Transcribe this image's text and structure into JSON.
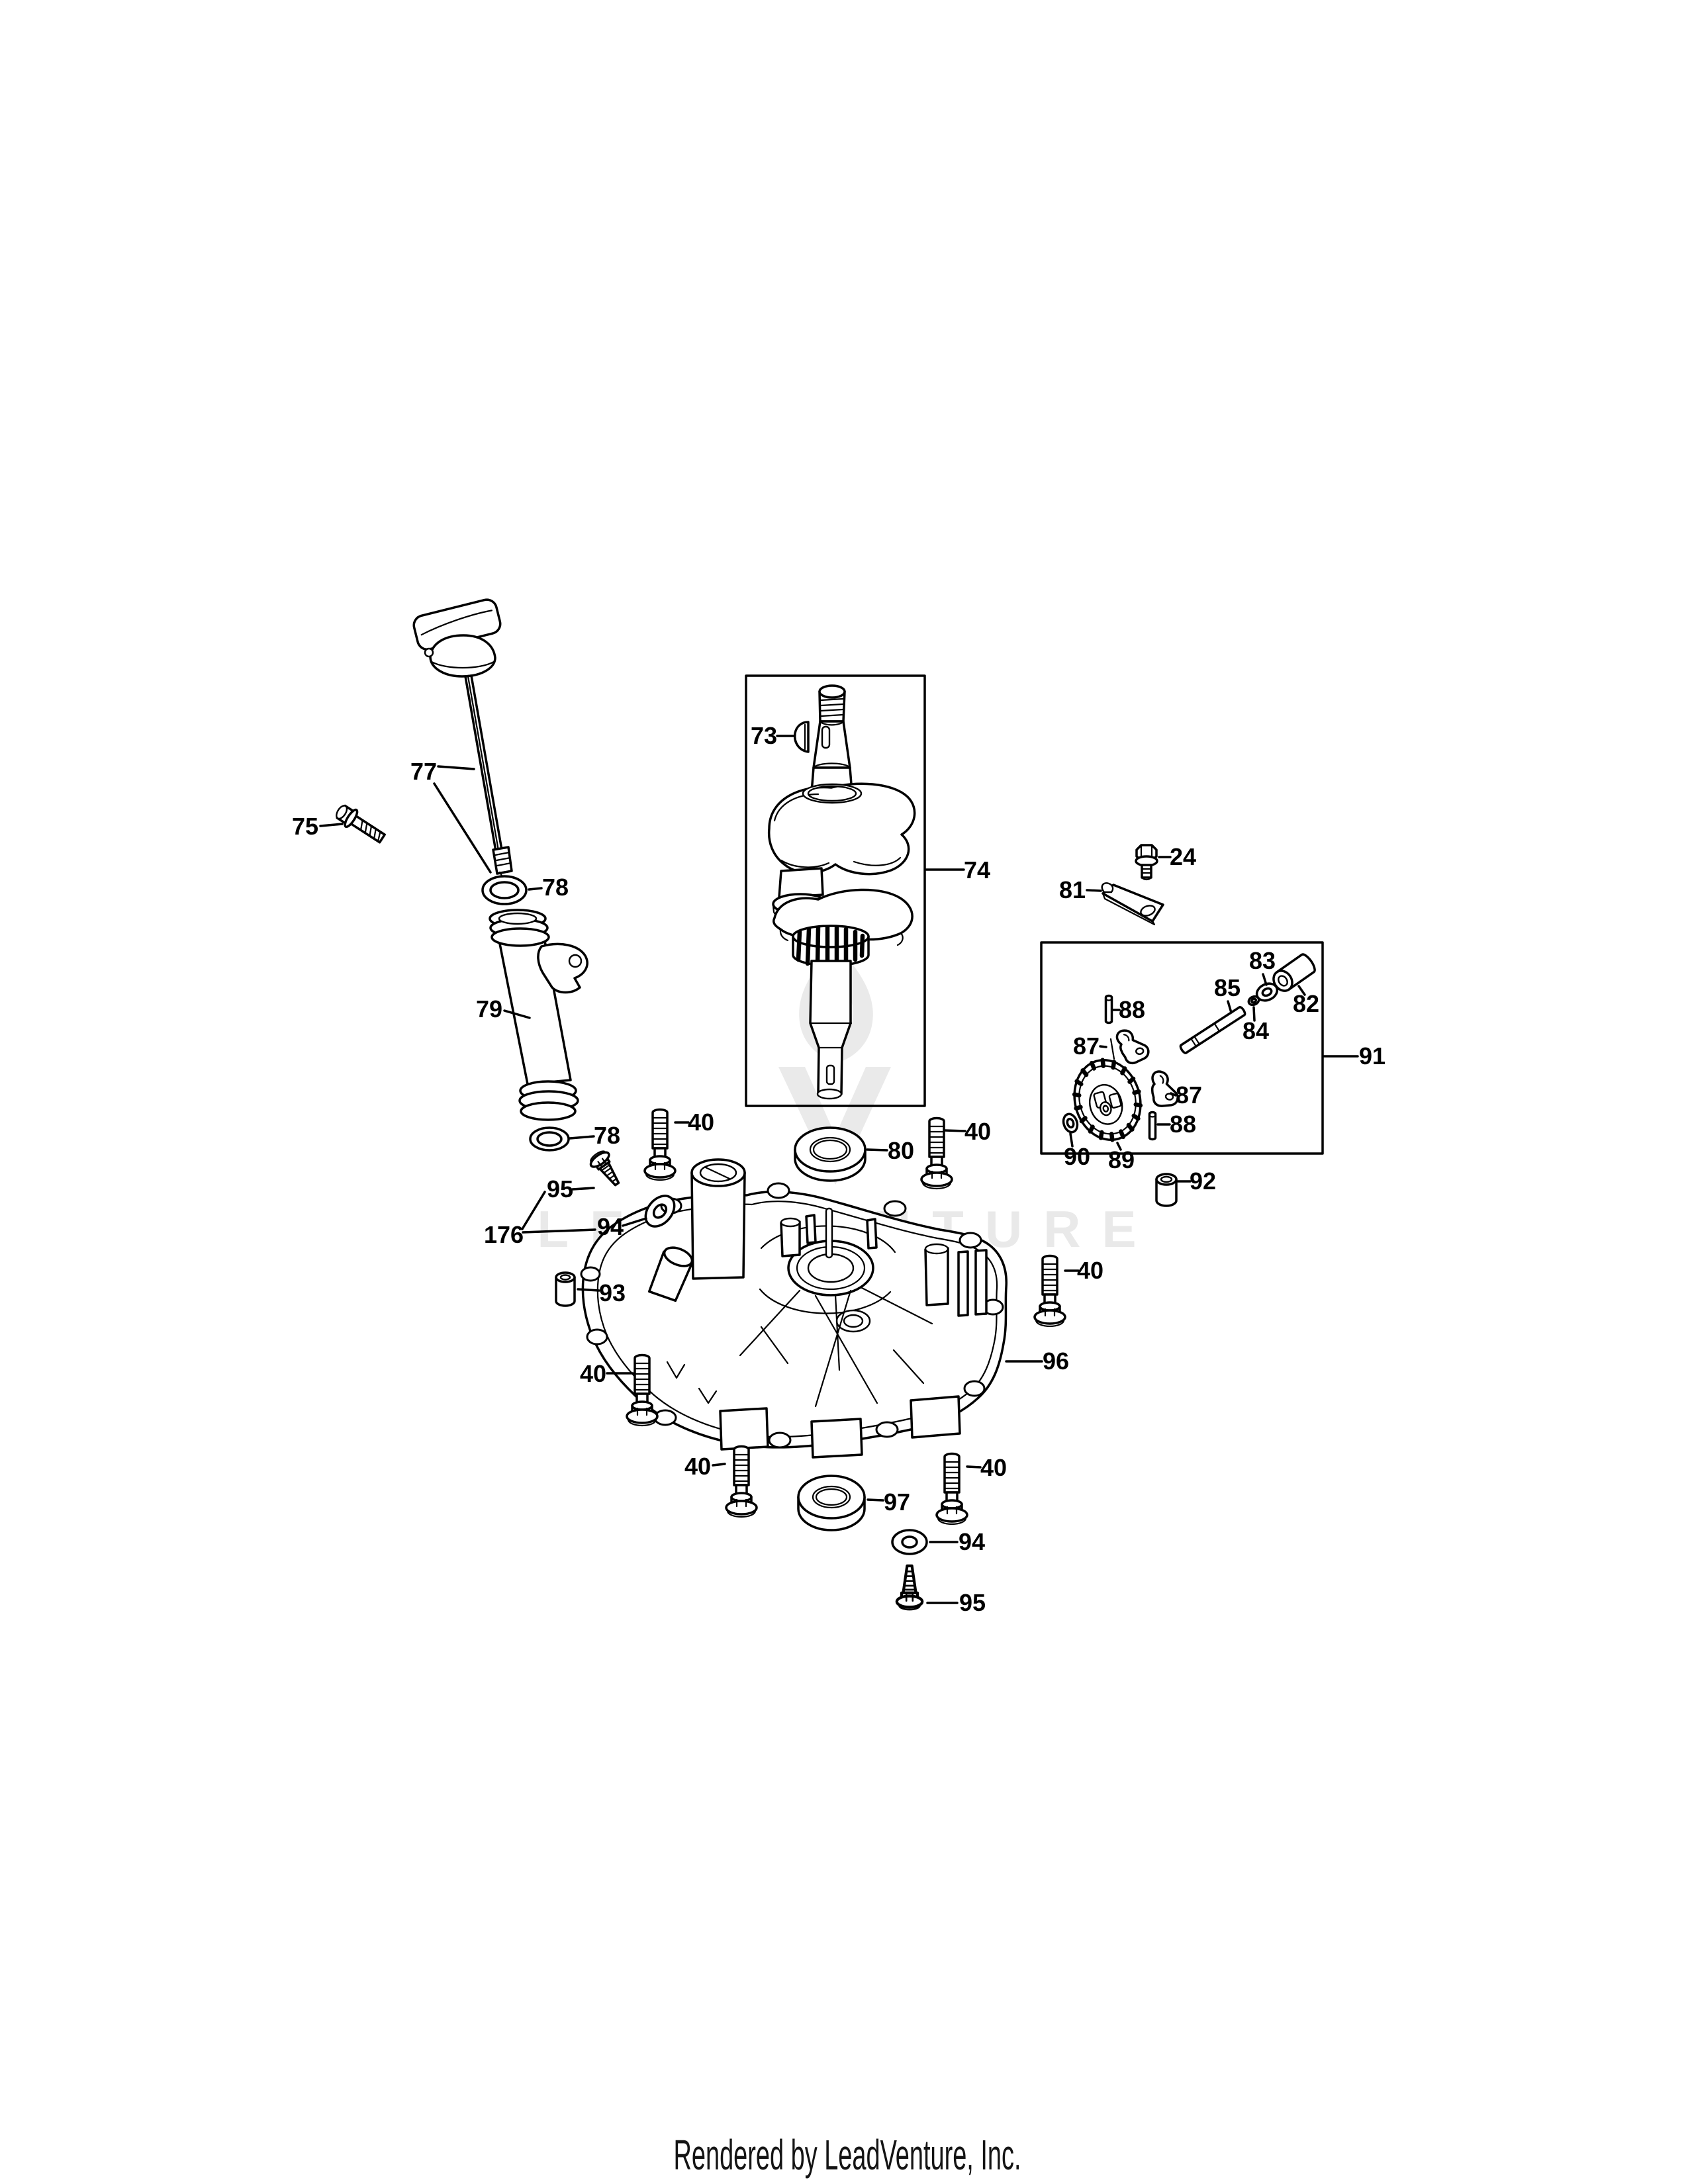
{
  "page": {
    "background": "#ffffff",
    "line_color": "#000000",
    "watermark_color": "#e9e9e9"
  },
  "watermark": {
    "text": "LEADVENTURE",
    "logo": "leadventure-flame-v-logo"
  },
  "footer": {
    "text": "Rendered by LeadVenture, Inc."
  },
  "callouts": [
    {
      "label": "75",
      "part": "flange-bolt"
    },
    {
      "label": "77",
      "part": "oil-dipstick"
    },
    {
      "label": "78",
      "part": "dipstick-tube-seal-upper"
    },
    {
      "label": "79",
      "part": "oil-fill-tube"
    },
    {
      "label": "78",
      "part": "dipstick-tube-seal-lower"
    },
    {
      "label": "73",
      "part": "woodruff-key"
    },
    {
      "label": "74",
      "part": "crankshaft"
    },
    {
      "label": "24",
      "part": "flange-bolt"
    },
    {
      "label": "81",
      "part": "governor-arm-plate"
    },
    {
      "label": "91",
      "part": "governor-assembly"
    },
    {
      "label": "83",
      "part": "washer"
    },
    {
      "label": "82",
      "part": "governor-bushing"
    },
    {
      "label": "85",
      "part": "governor-shaft"
    },
    {
      "label": "84",
      "part": "washer"
    },
    {
      "label": "88",
      "part": "pin-upper"
    },
    {
      "label": "87",
      "part": "retainer-clip-upper"
    },
    {
      "label": "87",
      "part": "retainer-clip-lower"
    },
    {
      "label": "88",
      "part": "pin-lower"
    },
    {
      "label": "89",
      "part": "governor-gear"
    },
    {
      "label": "90",
      "part": "washer"
    },
    {
      "label": "92",
      "part": "spacer-bushing"
    },
    {
      "label": "80",
      "part": "oil-seal"
    },
    {
      "label": "40",
      "part": "flange-bolt-top-left"
    },
    {
      "label": "40",
      "part": "flange-bolt-top-right"
    },
    {
      "label": "40",
      "part": "flange-bolt-right"
    },
    {
      "label": "40",
      "part": "flange-bolt-left"
    },
    {
      "label": "40",
      "part": "flange-bolt-bottom-left"
    },
    {
      "label": "40",
      "part": "flange-bolt-bottom-right"
    },
    {
      "label": "95",
      "part": "self-tapping-screw-upper"
    },
    {
      "label": "94",
      "part": "washer-upper"
    },
    {
      "label": "176",
      "part": "screw-and-washer-set"
    },
    {
      "label": "93",
      "part": "dowel-pin"
    },
    {
      "label": "96",
      "part": "crankcase-cover"
    },
    {
      "label": "97",
      "part": "oil-seal-lower"
    },
    {
      "label": "94",
      "part": "washer-lower"
    },
    {
      "label": "95",
      "part": "self-tapping-screw-lower"
    }
  ]
}
